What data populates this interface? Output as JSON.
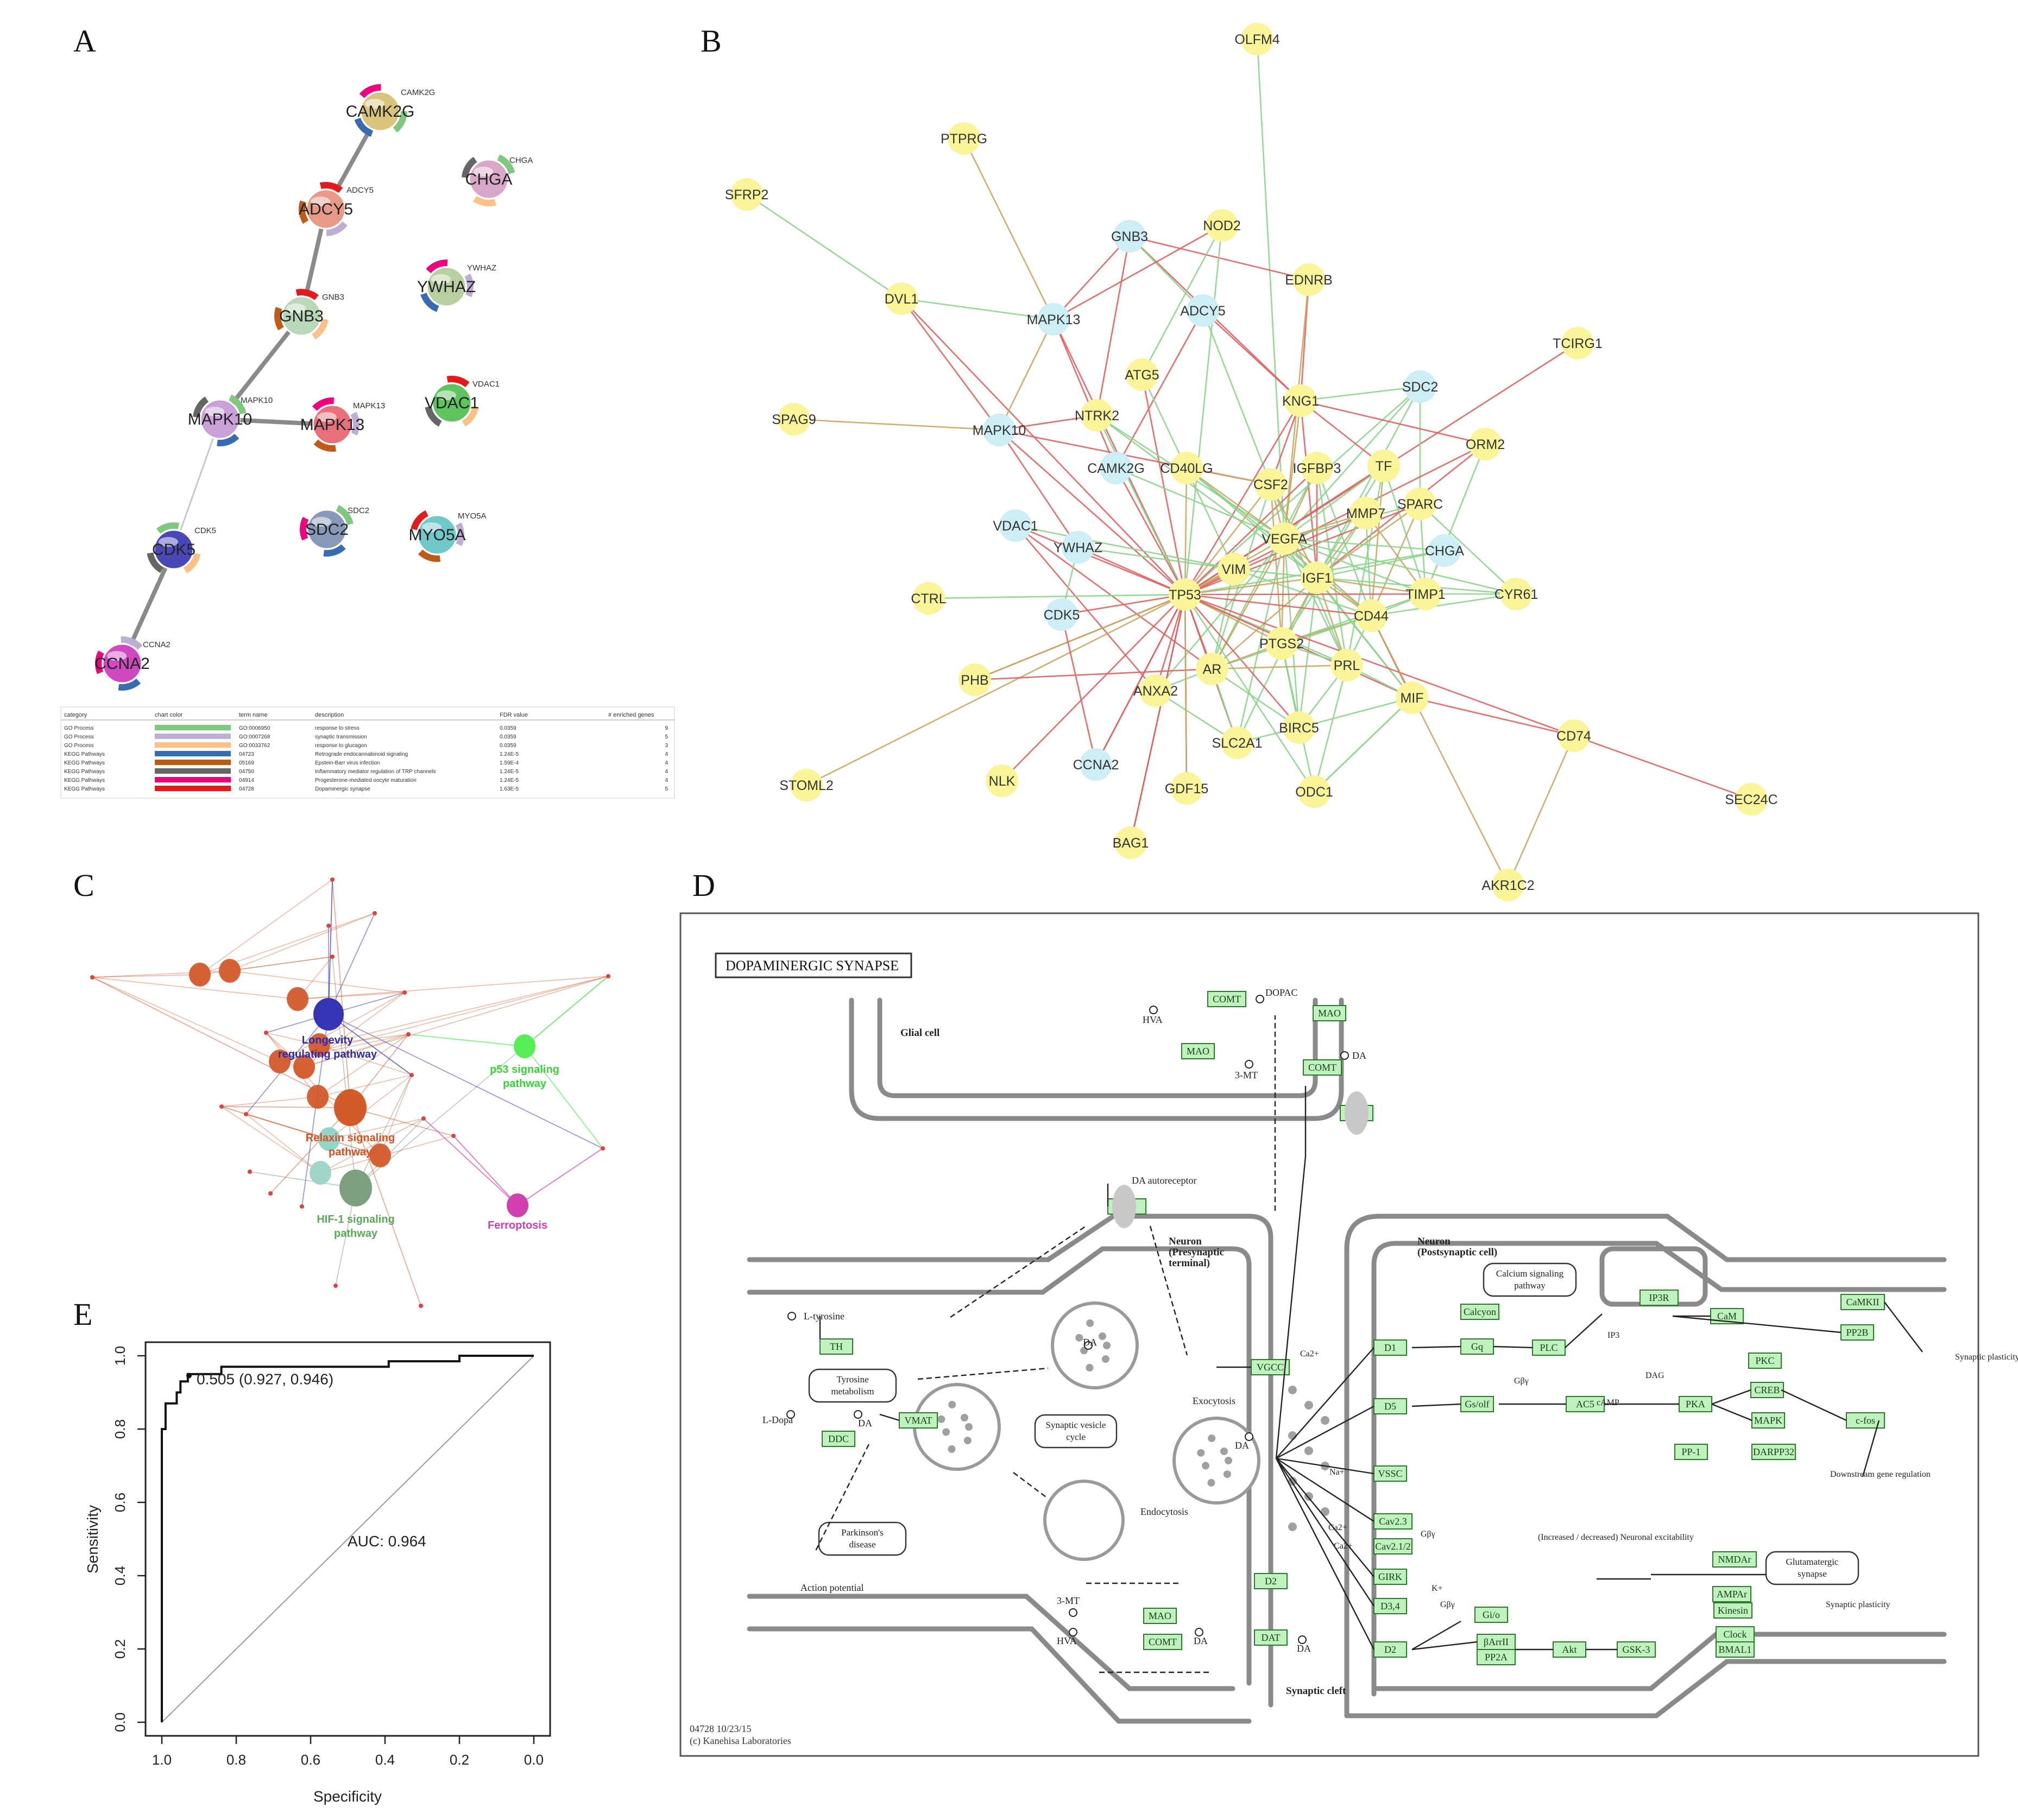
{
  "figure": {
    "panel_letters": [
      "A",
      "B",
      "C",
      "D",
      "E"
    ]
  },
  "panel_a": {
    "nodes": [
      {
        "name": "CAMK2G",
        "tag": "CAMK2G",
        "color": "#d8c47a"
      },
      {
        "name": "ADCY5",
        "tag": "ADCY5",
        "color": "#e89a88"
      },
      {
        "name": "CHGA",
        "tag": "CHGA",
        "color": "#d9a8c8"
      },
      {
        "name": "YWHAZ",
        "tag": "YWHAZ",
        "color": "#b8cfa0"
      },
      {
        "name": "GNB3",
        "tag": "GNB3",
        "color": "#b8d8b8"
      },
      {
        "name": "MAPK10",
        "tag": "MAPK10",
        "color": "#c9a0d8"
      },
      {
        "name": "MAPK13",
        "tag": "MAPK13",
        "color": "#e8707a"
      },
      {
        "name": "VDAC1",
        "tag": "VDAC1",
        "color": "#5fc35f"
      },
      {
        "name": "SDC2",
        "tag": "SDC2",
        "color": "#8898b8"
      },
      {
        "name": "MYO5A",
        "tag": "MYO5A",
        "color": "#70c8c8"
      },
      {
        "name": "CDK5",
        "tag": "CDK5",
        "color": "#4848b8"
      },
      {
        "name": "CCNA2",
        "tag": "CCNA2",
        "color": "#d048c0"
      }
    ],
    "edges": [
      [
        "CAMK2G",
        "ADCY5"
      ],
      [
        "ADCY5",
        "GNB3"
      ],
      [
        "GNB3",
        "MAPK10"
      ],
      [
        "MAPK10",
        "MAPK13"
      ],
      [
        "MAPK10",
        "CDK5"
      ],
      [
        "CDK5",
        "CCNA2"
      ]
    ],
    "legend_headers": [
      "category",
      "chart color",
      "term name",
      "description",
      "FDR value",
      "# enriched genes"
    ],
    "legend_rows": [
      {
        "category": "GO Process",
        "color": "#7fc97f",
        "term": "GO:0006950",
        "description": "response to stress",
        "fdr": "0.0359",
        "genes": "9"
      },
      {
        "category": "GO Process",
        "color": "#beaed4",
        "term": "GO:0007268",
        "description": "synaptic transmission",
        "fdr": "0.0359",
        "genes": "5"
      },
      {
        "category": "GO Process",
        "color": "#fdc086",
        "term": "GO:0033762",
        "description": "response to glucagon",
        "fdr": "0.0359",
        "genes": "3"
      },
      {
        "category": "KEGG Pathways",
        "color": "#386cb0",
        "term": "04723",
        "description": "Retrograde endocannabinoid signaling",
        "fdr": "1.24E-5",
        "genes": "4"
      },
      {
        "category": "KEGG Pathways",
        "color": "#bf5b17",
        "term": "05169",
        "description": "Epstein-Barr virus infection",
        "fdr": "1.59E-4",
        "genes": "4"
      },
      {
        "category": "KEGG Pathways",
        "color": "#666666",
        "term": "04750",
        "description": "Inflammatory mediator regulation of TRP channels",
        "fdr": "1.24E-5",
        "genes": "4"
      },
      {
        "category": "KEGG Pathways",
        "color": "#f0027f",
        "term": "04914",
        "description": "Progesterone-mediated oocyte maturation",
        "fdr": "1.24E-5",
        "genes": "4"
      },
      {
        "category": "KEGG Pathways",
        "color": "#e41a1c",
        "term": "04728",
        "description": "Dopaminergic synapse",
        "fdr": "1.63E-5",
        "genes": "5"
      }
    ]
  },
  "panel_b": {
    "colors": {
      "yellow_node": "#fbf59a",
      "blue_node": "#cdeef5",
      "green_edge": "#8cd38c",
      "red_edge": "#e06060",
      "olive_edge": "#c8a860"
    },
    "nodes": [
      {
        "n": "OLFM4",
        "c": "y"
      },
      {
        "n": "PTPRG",
        "c": "y"
      },
      {
        "n": "SFRP2",
        "c": "y"
      },
      {
        "n": "GNB3",
        "c": "b"
      },
      {
        "n": "NOD2",
        "c": "y"
      },
      {
        "n": "EDNRB",
        "c": "y"
      },
      {
        "n": "DVL1",
        "c": "y"
      },
      {
        "n": "MAPK13",
        "c": "b"
      },
      {
        "n": "ADCY5",
        "c": "b"
      },
      {
        "n": "TCIRG1",
        "c": "y"
      },
      {
        "n": "ATG5",
        "c": "y"
      },
      {
        "n": "SDC2",
        "c": "b"
      },
      {
        "n": "KNG1",
        "c": "y"
      },
      {
        "n": "SPAG9",
        "c": "y"
      },
      {
        "n": "NTRK2",
        "c": "y"
      },
      {
        "n": "MAPK10",
        "c": "b"
      },
      {
        "n": "ORM2",
        "c": "y"
      },
      {
        "n": "CAMK2G",
        "c": "b"
      },
      {
        "n": "CD40LG",
        "c": "y"
      },
      {
        "n": "IGFBP3",
        "c": "y"
      },
      {
        "n": "TF",
        "c": "y"
      },
      {
        "n": "CSF2",
        "c": "y"
      },
      {
        "n": "SPARC",
        "c": "y"
      },
      {
        "n": "VDAC1",
        "c": "b"
      },
      {
        "n": "MMP7",
        "c": "y"
      },
      {
        "n": "VEGFA",
        "c": "y"
      },
      {
        "n": "YWHAZ",
        "c": "b"
      },
      {
        "n": "CHGA",
        "c": "b"
      },
      {
        "n": "VIM",
        "c": "y"
      },
      {
        "n": "IGF1",
        "c": "y"
      },
      {
        "n": "CTRL",
        "c": "y"
      },
      {
        "n": "TP53",
        "c": "y"
      },
      {
        "n": "TIMP1",
        "c": "y"
      },
      {
        "n": "CYR61",
        "c": "y"
      },
      {
        "n": "CDK5",
        "c": "b"
      },
      {
        "n": "CD44",
        "c": "y"
      },
      {
        "n": "PTGS2",
        "c": "y"
      },
      {
        "n": "PHB",
        "c": "y"
      },
      {
        "n": "AR",
        "c": "y"
      },
      {
        "n": "PRL",
        "c": "y"
      },
      {
        "n": "ANXA2",
        "c": "y"
      },
      {
        "n": "MIF",
        "c": "y"
      },
      {
        "n": "BIRC5",
        "c": "y"
      },
      {
        "n": "SLC2A1",
        "c": "y"
      },
      {
        "n": "CD74",
        "c": "y"
      },
      {
        "n": "STOML2",
        "c": "y"
      },
      {
        "n": "NLK",
        "c": "y"
      },
      {
        "n": "CCNA2",
        "c": "b"
      },
      {
        "n": "GDF15",
        "c": "y"
      },
      {
        "n": "ODC1",
        "c": "y"
      },
      {
        "n": "SEC24C",
        "c": "y"
      },
      {
        "n": "BAG1",
        "c": "y"
      },
      {
        "n": "AKR1C2",
        "c": "y"
      }
    ]
  },
  "panel_c": {
    "pathway_labels": [
      {
        "text": "Longevity",
        "color": "#2b2bb0"
      },
      {
        "text": "regulating pathway",
        "color": "#2b2bb0"
      },
      {
        "text": "p53 signaling",
        "color": "#33d633"
      },
      {
        "text": "pathway",
        "color": "#33d633"
      },
      {
        "text": "Relaxin signaling",
        "color": "#d85020"
      },
      {
        "text": "pathway",
        "color": "#d85020"
      },
      {
        "text": "HIF-1 signaling",
        "color": "#5aa85a"
      },
      {
        "text": "pathway",
        "color": "#5aa85a"
      },
      {
        "text": "Ferroptosis",
        "color": "#d040b0"
      }
    ]
  },
  "panel_d": {
    "title": "DOPAMINERGIC SYNAPSE",
    "footer_lines": [
      "04728 10/23/15",
      "(c) Kanehisa Laboratories"
    ],
    "compartments": {
      "glial": "Glial cell",
      "pre": [
        "Neuron",
        "(Presynaptic",
        "terminal)"
      ],
      "post": [
        "Neuron",
        "(Postsynaptic cell)"
      ],
      "cleft": "Synaptic cleft"
    },
    "gene_boxes": [
      "COMT",
      "MAO",
      "MAO",
      "COMT",
      "DAT",
      "D2",
      "TH",
      "DDC",
      "VMAT",
      "VGCC",
      "D2",
      "DAT",
      "MAO",
      "COMT",
      "D1",
      "D5",
      "VSSC",
      "Cav2.3",
      "Cav2.1/2",
      "GIRK",
      "D3,4",
      "D2",
      "Calcyon",
      "Gq",
      "PLC",
      "IP3R",
      "CaMKII",
      "CaM",
      "PP2B",
      "PKC",
      "CREB",
      "MAPK",
      "c-fos",
      "Gs/olf",
      "AC5",
      "PKA",
      "PP-1",
      "DARPP32",
      "Gi/o",
      "βArrII",
      "PP2A",
      "Akt",
      "GSK-3",
      "NMDAr",
      "AMPAr",
      "Kinesin",
      "Clock",
      "BMAL1"
    ],
    "rounded_boxes": [
      [
        "Tyrosine",
        "metabolism"
      ],
      [
        "Synaptic vesicle",
        "cycle"
      ],
      [
        "Parkinson's",
        "disease"
      ],
      [
        "Calcium signaling",
        "pathway"
      ],
      [
        "Glutamatergic",
        "synapse"
      ]
    ],
    "compounds": [
      "DOPAC",
      "HVA",
      "DA",
      "3-MT",
      "L-tyrosine",
      "L-Dopa",
      "DA",
      "DA",
      "3-MT",
      "HVA",
      "DA",
      "DA",
      "DA"
    ],
    "texts": [
      "DA autoreceptor",
      "Exocytosis",
      "Endocytosis",
      "Action potential",
      "IP3",
      "DAG",
      "cAMP",
      "Gβγ",
      "Gβγ",
      "Gβγ",
      "Synaptic plasticity",
      "Downstream gene regulation",
      "Synaptic plasticity",
      "(Increased / decreased) Neuronal excitability",
      "Ca2+",
      "Ca2+",
      "Na+",
      "K+",
      "Ca2+"
    ]
  },
  "panel_e": {
    "chart_data": {
      "type": "line",
      "title": "",
      "xlabel": "Specificity",
      "ylabel": "Sensitivity",
      "x_reversed": true,
      "xlim": [
        1.0,
        0.0
      ],
      "ylim": [
        0.0,
        1.0
      ],
      "x_ticks": [
        "1.0",
        "0.8",
        "0.6",
        "0.4",
        "0.2",
        "0.0"
      ],
      "y_ticks": [
        "0.0",
        "0.2",
        "0.4",
        "0.6",
        "0.8",
        "1.0"
      ],
      "series": [
        {
          "x": [
            1.0,
            1.0,
            0.99,
            0.99,
            0.96,
            0.96,
            0.95,
            0.95,
            0.93,
            0.93,
            0.84,
            0.84,
            0.39,
            0.39,
            0.2,
            0.2,
            0.0
          ],
          "y": [
            0.0,
            0.8,
            0.8,
            0.87,
            0.87,
            0.9,
            0.9,
            0.93,
            0.93,
            0.95,
            0.95,
            0.97,
            0.97,
            0.985,
            0.985,
            1.0,
            1.0
          ]
        }
      ],
      "diagonal": true,
      "annotations": [
        {
          "text": "0.505 (0.927, 0.946)",
          "x": 0.927,
          "y": 0.946
        },
        {
          "text": "AUC: 0.964"
        }
      ]
    }
  }
}
